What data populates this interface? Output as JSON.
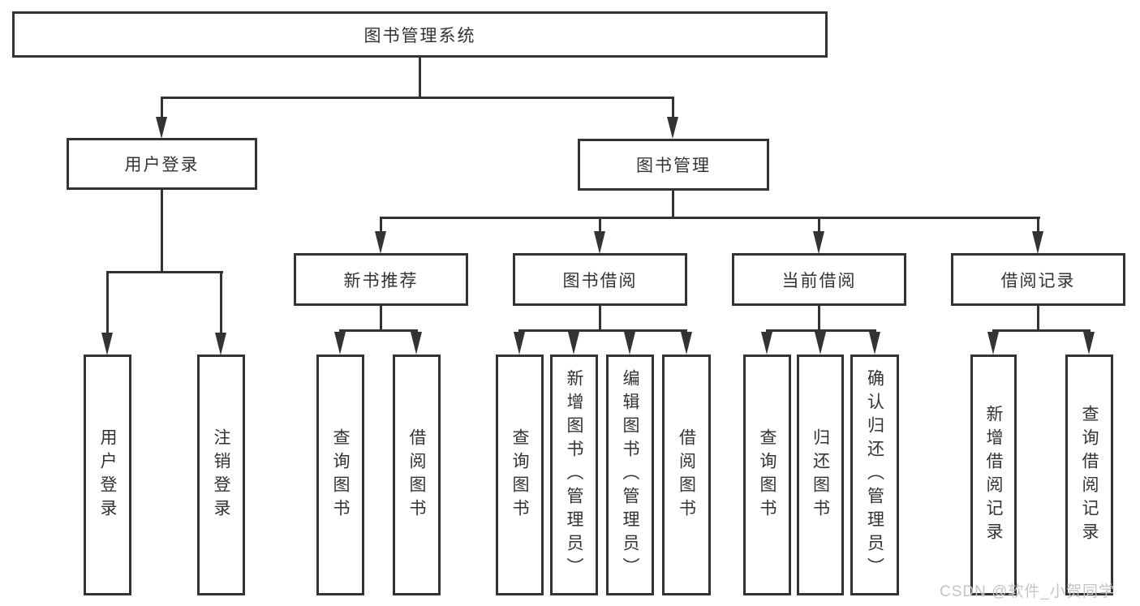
{
  "diagram": {
    "title": "图书管理系统",
    "branches": [
      {
        "label": "用户登录",
        "children": [
          {
            "label": "用户登录"
          },
          {
            "label": "注销登录"
          }
        ]
      },
      {
        "label": "图书管理",
        "sections": [
          {
            "label": "新书推荐",
            "children": [
              {
                "label": "查询图书"
              },
              {
                "label": "借阅图书"
              }
            ]
          },
          {
            "label": "图书借阅",
            "children": [
              {
                "label": "查询图书"
              },
              {
                "label": "新增图书（管理员）"
              },
              {
                "label": "编辑图书（管理员）"
              },
              {
                "label": "借阅图书"
              }
            ]
          },
          {
            "label": "当前借阅",
            "children": [
              {
                "label": "查询图书"
              },
              {
                "label": "归还图书"
              },
              {
                "label": "确认归还（管理员）"
              }
            ]
          },
          {
            "label": "借阅记录",
            "children": [
              {
                "label": "新增借阅记录"
              },
              {
                "label": "查询借阅记录"
              }
            ]
          }
        ]
      }
    ],
    "watermark": "CSDN @软件_小贺同学",
    "colors": {
      "line": "#333333",
      "text": "#333333",
      "watermark_text": "#c5c5c5",
      "background": "#ffffff"
    }
  }
}
